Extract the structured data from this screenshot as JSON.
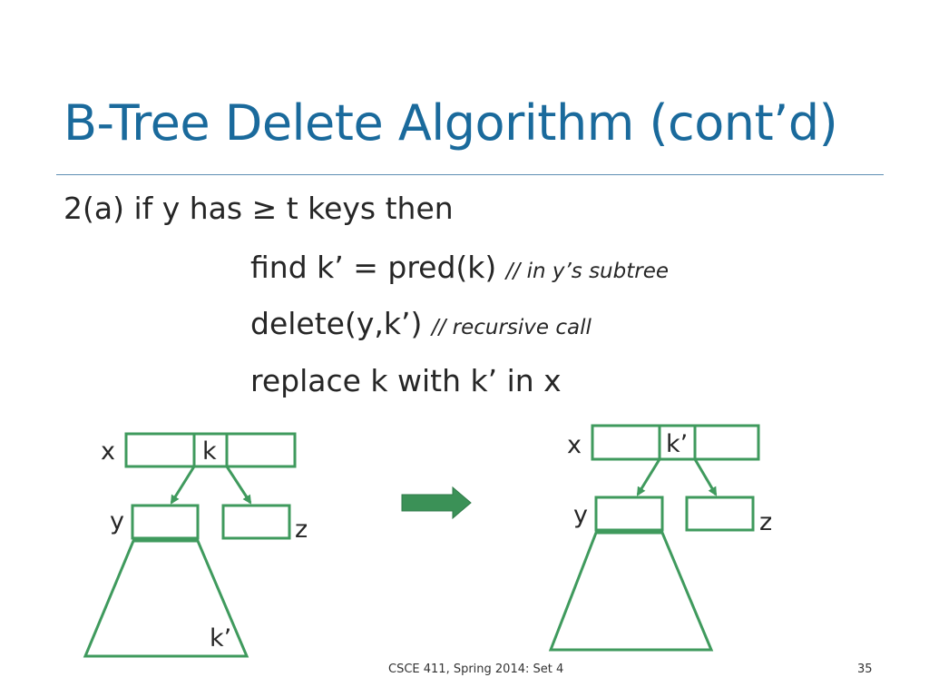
{
  "slide": {
    "title": "B-Tree Delete Algorithm (cont’d)",
    "lines": [
      {
        "code": "2(a) if y has ≥ t keys then",
        "comment": ""
      },
      {
        "code": "find k’ = pred(k) ",
        "comment": "// in y’s subtree"
      },
      {
        "code": "delete(y,k’) ",
        "comment": "// recursive call"
      },
      {
        "code": "replace k with k’ in x",
        "comment": ""
      }
    ]
  },
  "diagram": {
    "colors": {
      "stroke": "#3f9a5d",
      "arrow_fill": "#3b9157",
      "text": "#262626"
    },
    "before": {
      "x_label": "x",
      "key_label": "k",
      "y_label": "y",
      "z_label": "z",
      "pred_label": "k’"
    },
    "after": {
      "x_label": "x",
      "key_label": "k’",
      "y_label": "y",
      "z_label": "z"
    },
    "transition_arrow": "right-arrow"
  },
  "footer": {
    "course": "CSCE 411, Spring 2014:  Set 4",
    "page": "35"
  }
}
